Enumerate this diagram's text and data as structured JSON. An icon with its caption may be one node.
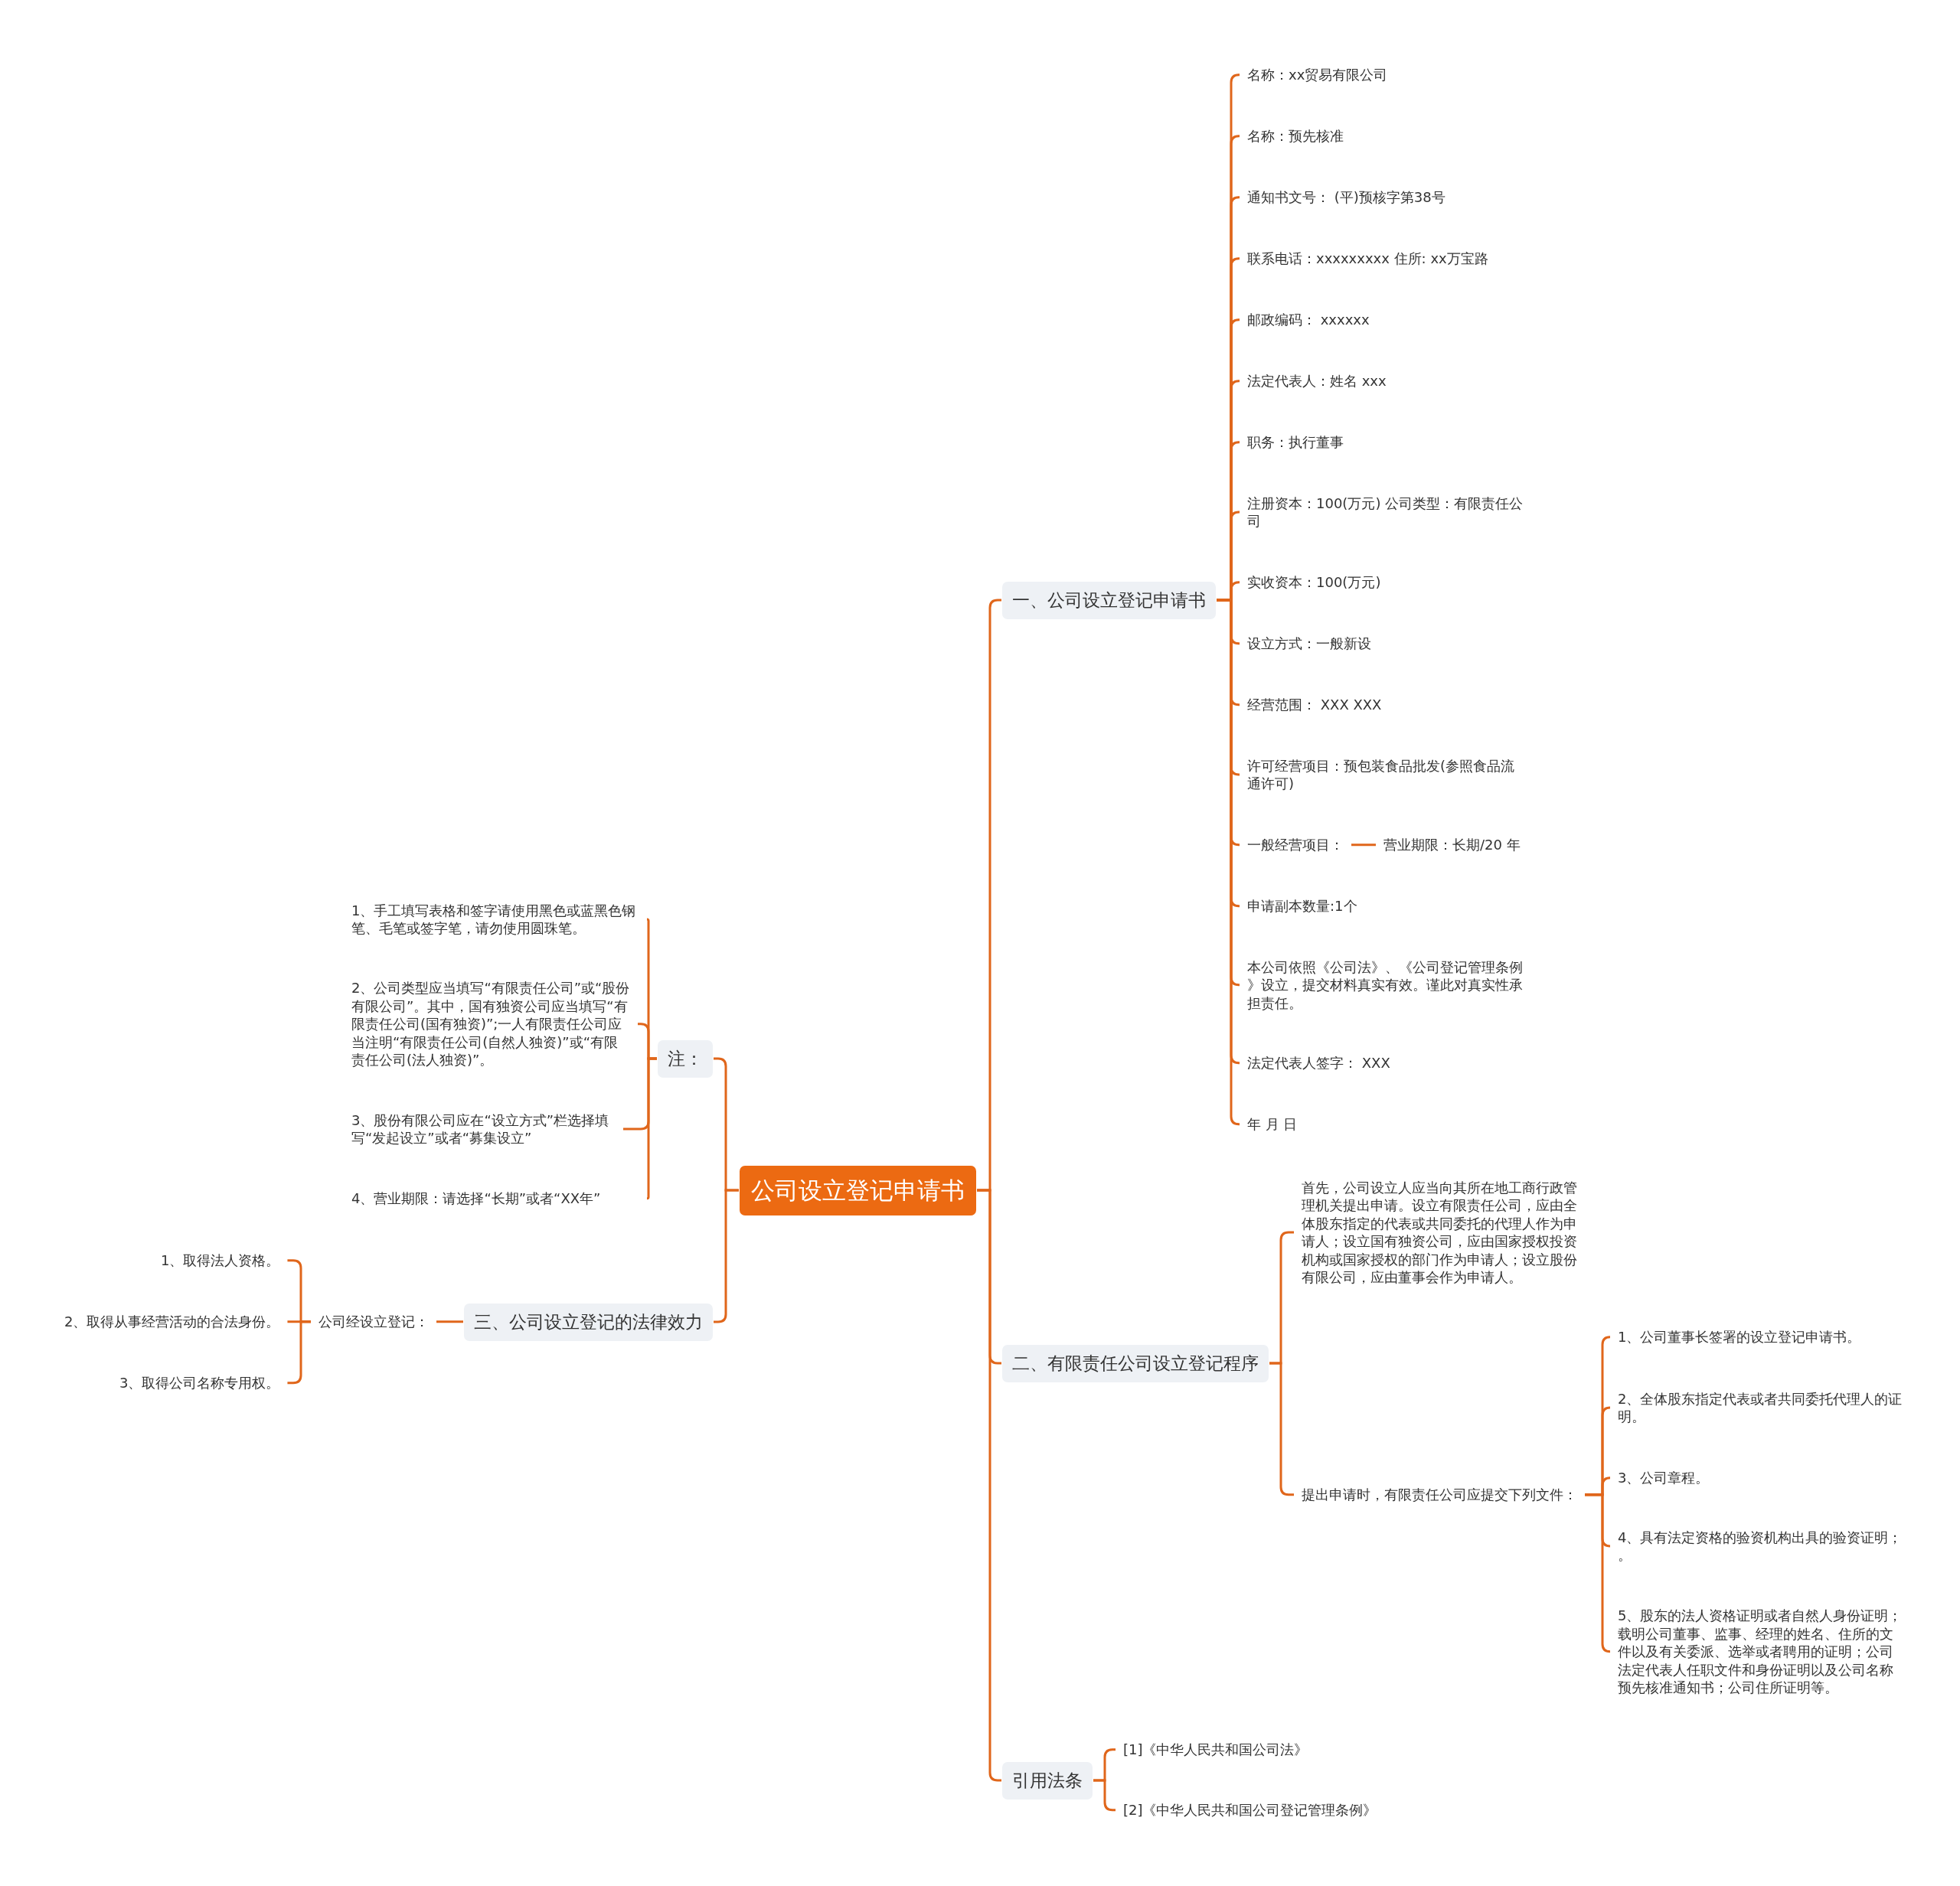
{
  "diagram": {
    "nodes": [
      {
        "text": [
          "公司设立登记申请书"
        ]
      },
      {
        "text": [
          "一、公司设立登记申请书"
        ]
      },
      {
        "text": [
          "名称：xx贸易有限公司"
        ]
      },
      {
        "text": [
          "名称：预先核准"
        ]
      },
      {
        "text": [
          "通知书文号： (平)预核字第38号"
        ]
      },
      {
        "text": [
          "联系电话：xxxxxxxxx 住所: xx万宝路"
        ]
      },
      {
        "text": [
          "邮政编码： xxxxxx"
        ]
      },
      {
        "text": [
          "法定代表人：姓名 xxx"
        ]
      },
      {
        "text": [
          "职务：执行董事"
        ]
      },
      {
        "text": [
          "注册资本：100(万元) 公司类型：有限责任公司"
        ]
      },
      {
        "text": [
          "实收资本：100(万元)"
        ]
      },
      {
        "text": [
          "设立方式：一般新设"
        ]
      },
      {
        "text": [
          "经营范围： XXX XXX"
        ]
      },
      {
        "text": [
          "许可经营项目：预包装食品批发(参照食品流通许可)"
        ]
      },
      {
        "text": [
          "一般经营项目："
        ]
      },
      {
        "text": [
          "营业期限：长期/20 年"
        ]
      },
      {
        "text": [
          "申请副本数量:1个"
        ]
      },
      {
        "text": [
          "本公司依照《公司法》、《公司登记管理条例》设立，提交材料真实有效。谨此对真实性承担责任。"
        ]
      },
      {
        "text": [
          "法定代表人签字： XXX"
        ]
      },
      {
        "text": [
          "年 月 日"
        ]
      },
      {
        "text": [
          "注："
        ]
      },
      {
        "text": [
          "1、手工填写表格和签字请使用黑色或蓝黑色钢笔、毛笔或签字笔，请勿使用圆珠笔。"
        ]
      },
      {
        "text": [
          "2、公司类型应当填写“有限责任公司”或“股份有限公司”。其中，国有独资公司应当填写“有限责任公司(国有独资)”;一人有限责任公司应当注明“有限责任公司(自然人独资)”或“有限责任公司(法人独资)”。"
        ]
      },
      {
        "text": [
          "3、股份有限公司应在“设立方式”栏选择填写“发起设立”或者“募集设立”"
        ]
      },
      {
        "text": [
          "4、营业期限：请选择“长期”或者“XX年”"
        ]
      },
      {
        "text": [
          "三、公司设立登记的法律效力"
        ]
      },
      {
        "text": [
          "公司经设立登记："
        ]
      },
      {
        "text": [
          "1、取得法人资格。"
        ]
      },
      {
        "text": [
          "2、取得从事经营活动的合法身份。"
        ]
      },
      {
        "text": [
          "3、取得公司名称专用权。"
        ]
      },
      {
        "text": [
          "二、有限责任公司设立登记程序"
        ]
      },
      {
        "text": [
          "首先，公司设立人应当向其所在地工商行政管理机关提出申请。设立有限责任公司，应由全体股东指定的代表或共同委托的代理人作为申请人；设立国有独资公司，应由国家授权投资机构或国家授权的部门作为申请人；设立股份有限公司，应由董事会作为申请人。"
        ]
      },
      {
        "text": [
          "提出申请时，有限责任公司应提交下列文件："
        ]
      },
      {
        "text": [
          "1、公司董事长签署的设立登记申请书。"
        ]
      },
      {
        "text": [
          "2、全体股东指定代表或者共同委托代理人的证明。"
        ]
      },
      {
        "text": [
          "3、公司章程。"
        ]
      },
      {
        "text": [
          "4、具有法定资格的验资机构出具的验资证明；。"
        ]
      },
      {
        "text": [
          "5、股东的法人资格证明或者自然人身份证明；载明公司董事、监事、经理的姓名、住所的文件以及有关委派、选举或者聘用的证明；公司法定代表人任职文件和身份证明以及公司名称预先核准通知书；公司住所证明等。"
        ]
      },
      {
        "text": [
          "引用法条"
        ]
      },
      {
        "text": [
          "[1]《中华人民共和国公司法》"
        ]
      },
      {
        "text": [
          "[2]《中华人民共和国公司登记管理条例》"
        ]
      }
    ],
    "edges": [
      {
        "from": 0,
        "to": 1,
        "arrow": "none"
      },
      {
        "from": 1,
        "to": 2,
        "arrow": "none"
      },
      {
        "from": 1,
        "to": 3,
        "arrow": "none"
      },
      {
        "from": 1,
        "to": 4,
        "arrow": "none"
      },
      {
        "from": 1,
        "to": 5,
        "arrow": "none"
      },
      {
        "from": 1,
        "to": 6,
        "arrow": "none"
      },
      {
        "from": 1,
        "to": 7,
        "arrow": "none"
      },
      {
        "from": 1,
        "to": 8,
        "arrow": "none"
      },
      {
        "from": 1,
        "to": 9,
        "arrow": "none"
      },
      {
        "from": 1,
        "to": 10,
        "arrow": "none"
      },
      {
        "from": 1,
        "to": 11,
        "arrow": "none"
      },
      {
        "from": 1,
        "to": 12,
        "arrow": "none"
      },
      {
        "from": 1,
        "to": 13,
        "arrow": "none"
      },
      {
        "from": 1,
        "to": 14,
        "arrow": "none"
      },
      {
        "from": 14,
        "to": 15,
        "arrow": "none"
      },
      {
        "from": 1,
        "to": 16,
        "arrow": "none"
      },
      {
        "from": 1,
        "to": 17,
        "arrow": "none"
      },
      {
        "from": 1,
        "to": 18,
        "arrow": "none"
      },
      {
        "from": 1,
        "to": 19,
        "arrow": "none"
      },
      {
        "from": 0,
        "to": 20,
        "arrow": "none"
      },
      {
        "from": 20,
        "to": 21,
        "arrow": "none"
      },
      {
        "from": 20,
        "to": 22,
        "arrow": "none"
      },
      {
        "from": 20,
        "to": 23,
        "arrow": "none"
      },
      {
        "from": 20,
        "to": 24,
        "arrow": "none"
      },
      {
        "from": 0,
        "to": 25,
        "arrow": "none"
      },
      {
        "from": 25,
        "to": 26,
        "arrow": "none"
      },
      {
        "from": 26,
        "to": 27,
        "arrow": "none"
      },
      {
        "from": 26,
        "to": 28,
        "arrow": "none"
      },
      {
        "from": 26,
        "to": 29,
        "arrow": "none"
      },
      {
        "from": 0,
        "to": 30,
        "arrow": "none"
      },
      {
        "from": 30,
        "to": 31,
        "arrow": "none"
      },
      {
        "from": 30,
        "to": 32,
        "arrow": "none"
      },
      {
        "from": 32,
        "to": 33,
        "arrow": "none"
      },
      {
        "from": 32,
        "to": 34,
        "arrow": "none"
      },
      {
        "from": 32,
        "to": 35,
        "arrow": "none"
      },
      {
        "from": 32,
        "to": 36,
        "arrow": "none"
      },
      {
        "from": 32,
        "to": 37,
        "arrow": "none"
      },
      {
        "from": 0,
        "to": 38,
        "arrow": "none"
      },
      {
        "from": 38,
        "to": 39,
        "arrow": "none"
      },
      {
        "from": 38,
        "to": 40,
        "arrow": "none"
      }
    ]
  }
}
